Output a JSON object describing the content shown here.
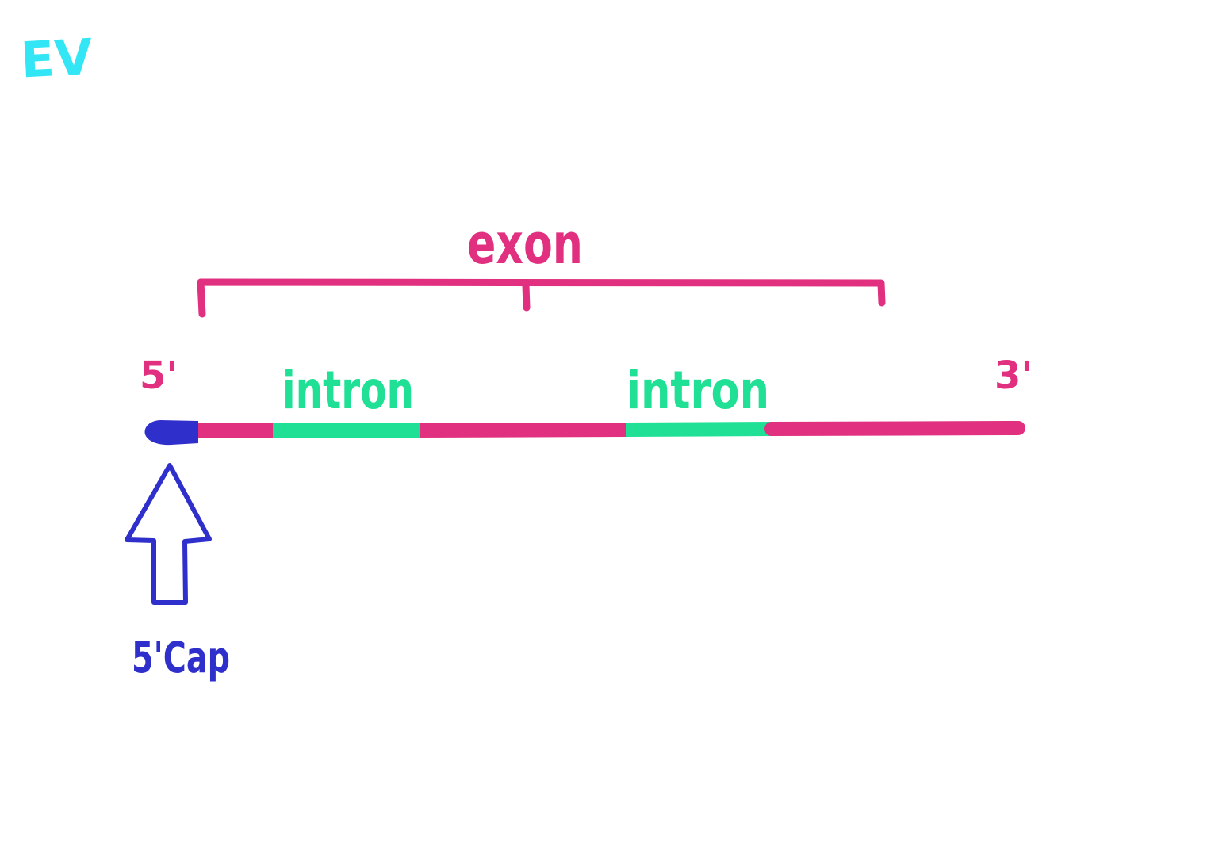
{
  "colors": {
    "exon": "#e0307f",
    "intron": "#1fe094",
    "cap": "#2f2fcc",
    "logo": "#33e6f5",
    "background": "#ffffff"
  },
  "logo": {
    "text": "EV"
  },
  "labels": {
    "exon": "exon",
    "intron_1": "intron",
    "intron_2": "intron",
    "five_prime": "5'",
    "three_prime": "3'",
    "cap": "5'Cap"
  },
  "icons": {
    "arrow": "up-arrow-outline-icon",
    "bracket": "bracket-icon",
    "cap": "cap-blob-icon"
  }
}
